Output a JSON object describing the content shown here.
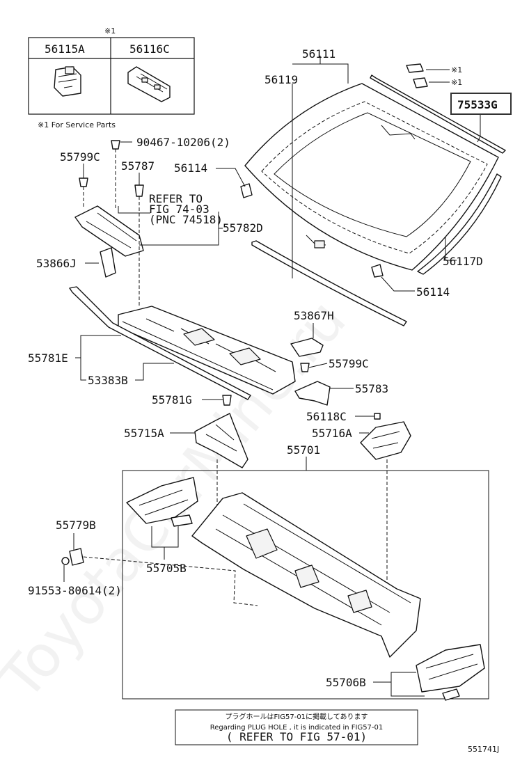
{
  "watermark": "ToyotaCarMine.ru",
  "service_table": {
    "mark": "※1",
    "headers": [
      "56115A",
      "56116C"
    ],
    "footnote": "※1 For Service Parts"
  },
  "callouts": {
    "p90467": "90467-10206(2)",
    "p55799C_top": "55799C",
    "p55787": "55787",
    "p56111": "56111",
    "p56119": "56119",
    "p56114_top": "56114",
    "p75533G": "75533G",
    "mark1": "※1",
    "mark2": "※1",
    "p55782D": "55782D",
    "p53866J": "53866J",
    "p56117D": "56117D",
    "p56114_bottom": "56114",
    "p53867H": "53867H",
    "p55781E": "55781E",
    "p55799C_mid": "55799C",
    "p53383B": "53383B",
    "p55783": "55783",
    "p55781G": "55781G",
    "p56118C": "56118C",
    "p55715A": "55715A",
    "p55716A": "55716A",
    "p55701": "55701",
    "p55779B": "55779B",
    "p55705B": "55705B",
    "p91553": "91553-80614(2)",
    "p55706B": "55706B"
  },
  "refer_note": {
    "line1": "REFER TO",
    "line2": "FIG 74-03",
    "line3": "(PNC 74518)"
  },
  "plug_note": {
    "line1": "プラグホールはFIG57-01に掲載してあります",
    "line2": "Regarding PLUG HOLE , it is indicated in FIG57-01",
    "line3": "( REFER TO FIG 57-01)"
  },
  "figure_code": "551741J",
  "colors": {
    "highlight_border": "#333333",
    "ink": "#111111"
  }
}
